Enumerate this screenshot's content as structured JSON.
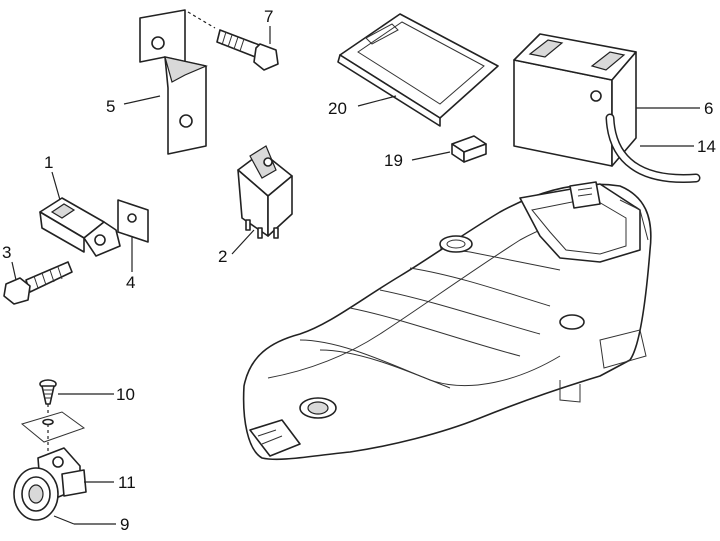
{
  "callouts": [
    {
      "id": "1",
      "label": "1"
    },
    {
      "id": "2",
      "label": "2"
    },
    {
      "id": "3",
      "label": "3"
    },
    {
      "id": "4",
      "label": "4"
    },
    {
      "id": "5",
      "label": "5"
    },
    {
      "id": "6",
      "label": "6"
    },
    {
      "id": "7",
      "label": "7"
    },
    {
      "id": "9",
      "label": "9"
    },
    {
      "id": "10",
      "label": "10"
    },
    {
      "id": "11",
      "label": "11"
    },
    {
      "id": "14",
      "label": "14"
    },
    {
      "id": "19",
      "label": "19"
    },
    {
      "id": "20",
      "label": "20"
    }
  ],
  "icons": {
    "battery": "battery-icon",
    "relay": "relay-icon",
    "bracket": "bracket-icon",
    "bolt": "bolt-icon",
    "buzzer": "horn-icon",
    "screw": "screw-icon",
    "battery-cover": "battery-cover-icon",
    "fuse": "fuse-icon",
    "vent-tube": "tube-icon",
    "body-shell": "underbody-shell-icon"
  }
}
